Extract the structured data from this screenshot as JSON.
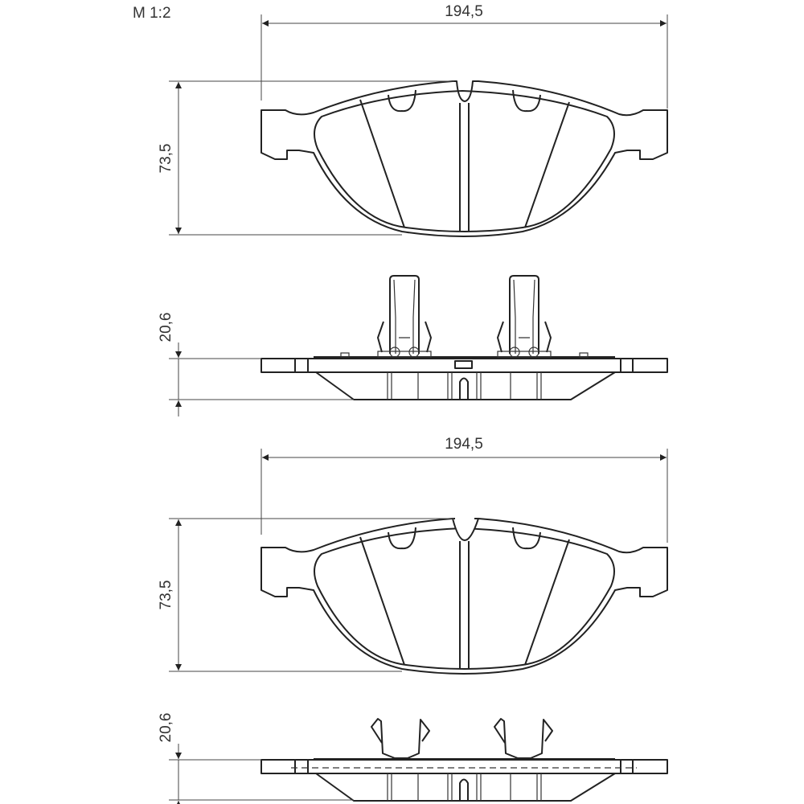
{
  "scale_label": "M 1:2",
  "views": [
    {
      "width_label": "194,5",
      "height_label": "73,5",
      "thickness_label": "20,6"
    },
    {
      "width_label": "194,5",
      "height_label": "73,5",
      "thickness_label": "20,6"
    }
  ]
}
